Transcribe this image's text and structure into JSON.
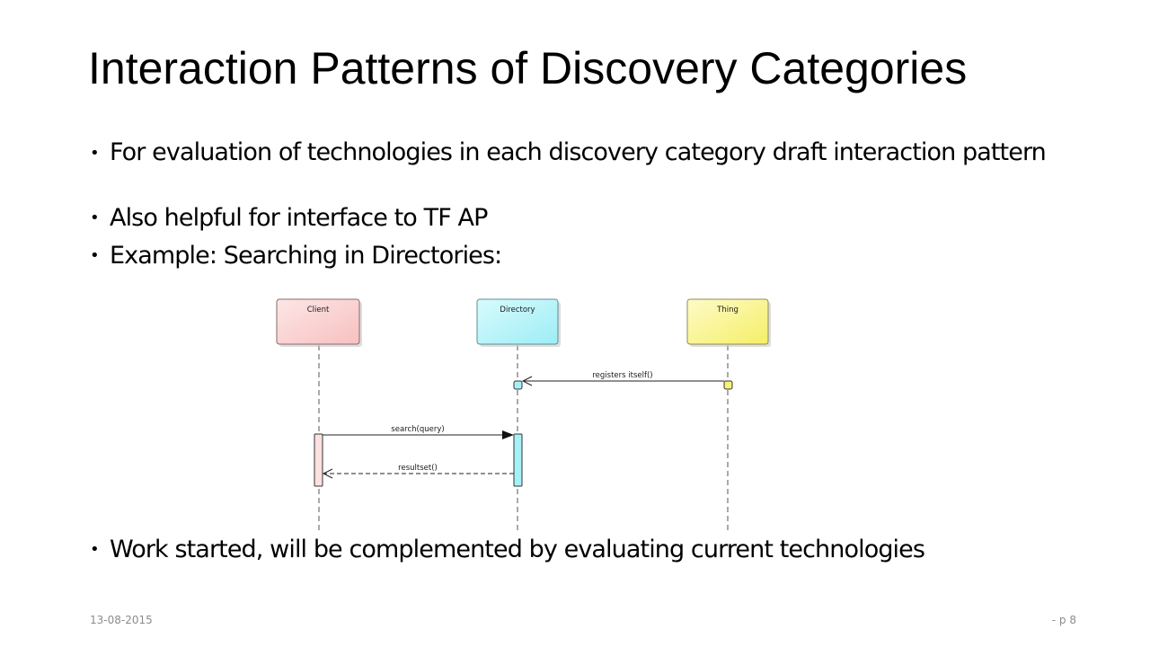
{
  "slide": {
    "title": "Interaction Patterns of Discovery Categories",
    "bullets": [
      "For evaluation of technologies in each discovery category draft interaction pattern",
      "Also helpful for interface to TF AP",
      "Example: Searching in Directories:",
      "Work started, will be complemented by evaluating current technologies"
    ],
    "bullet_symbol": "•"
  },
  "diagram": {
    "participants": [
      {
        "name": "Client",
        "color": "#f7c5c5",
        "border": "#9a7777"
      },
      {
        "name": "Directory",
        "color": "#a6f1f7",
        "border": "#6a9aa0"
      },
      {
        "name": "Thing",
        "color": "#f7f277",
        "border": "#9a9855"
      }
    ],
    "messages": [
      {
        "label": "registers itself()",
        "from": "Thing",
        "to": "Directory",
        "style": "solid",
        "arrow": "open"
      },
      {
        "label": "search(query)",
        "from": "Client",
        "to": "Directory",
        "style": "solid",
        "arrow": "filled"
      },
      {
        "label": "resultset()",
        "from": "Directory",
        "to": "Client",
        "style": "dashed",
        "arrow": "open"
      }
    ]
  },
  "footer": {
    "date": "13-08-2015",
    "page": "- p 8"
  }
}
